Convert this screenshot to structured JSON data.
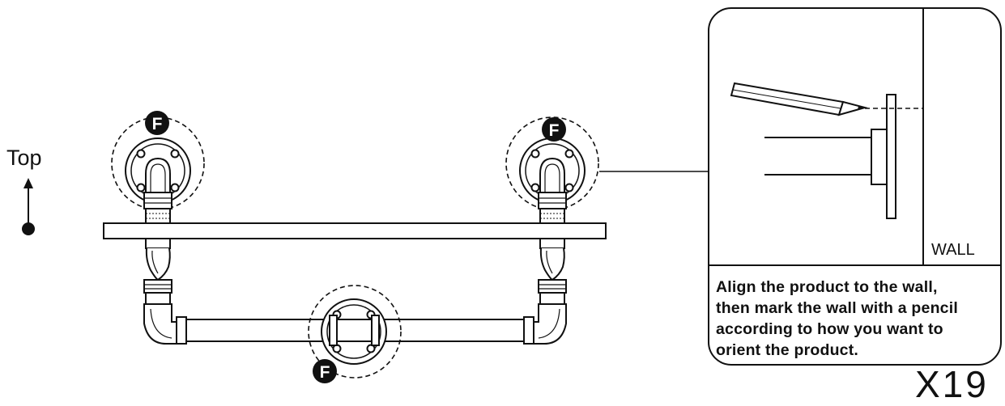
{
  "direction_indicator": {
    "label": "Top"
  },
  "hardware_callouts": [
    {
      "letter": "F"
    },
    {
      "letter": "F"
    },
    {
      "letter": "F"
    }
  ],
  "detail_panel": {
    "wall_label": "WALL",
    "instruction_lines": [
      "Align the product to the wall,",
      "then mark the wall with a pencil",
      "according to how you want to",
      "orient the product."
    ]
  },
  "page_number": "X19"
}
